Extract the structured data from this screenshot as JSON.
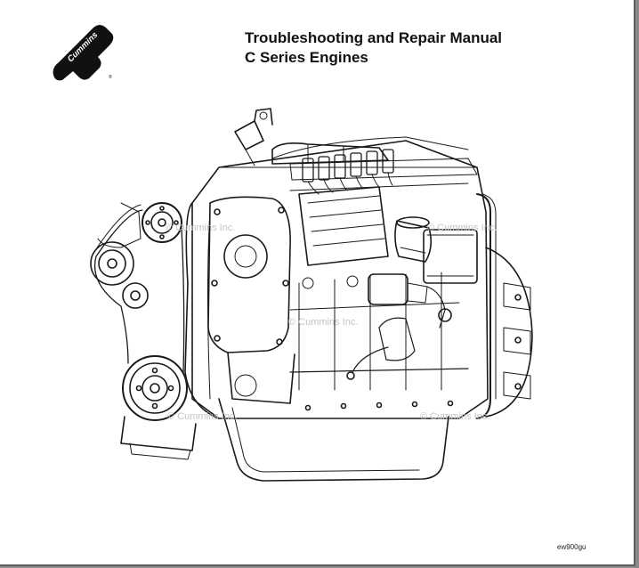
{
  "logo": {
    "text": "Cummins",
    "registered": "®"
  },
  "title": {
    "line1": "Troubleshooting and Repair Manual",
    "line2": "C Series Engines"
  },
  "watermarks": {
    "top": "© Cummins Inc.",
    "right": "© Cummins Inc.",
    "middle": "© Cummins Inc.",
    "bottom_left": "© Cummins Inc.",
    "bottom_right": "© Cummins Inc."
  },
  "figure_id": "ew900gu"
}
